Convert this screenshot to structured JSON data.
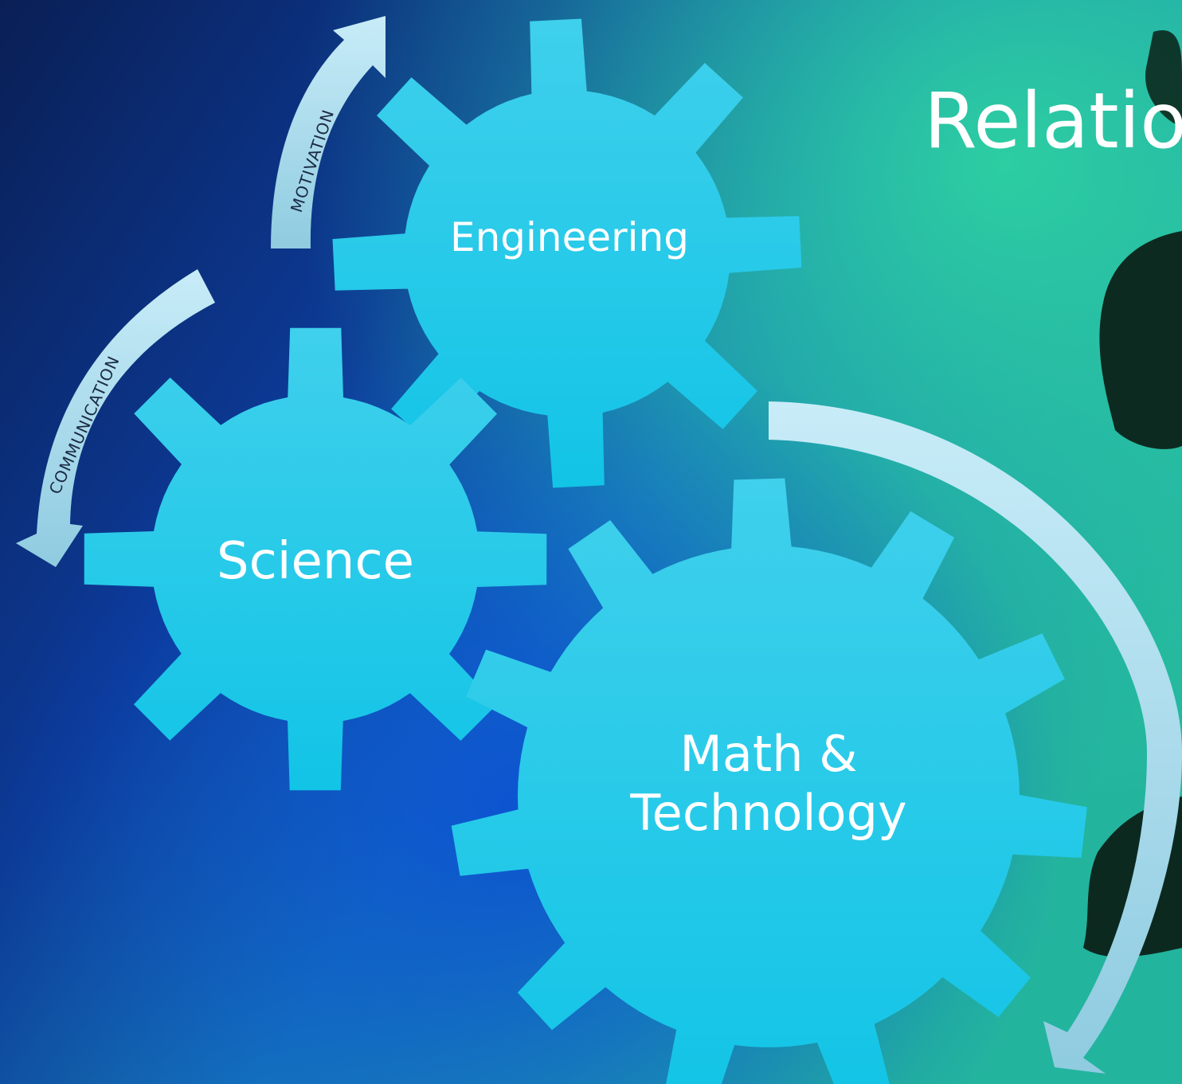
{
  "title": "Relatio",
  "gears": [
    {
      "id": "engineering",
      "label_lines": [
        "Engineering"
      ]
    },
    {
      "id": "science",
      "label_lines": [
        "Science"
      ]
    },
    {
      "id": "math-technology",
      "label_lines": [
        "Math &",
        "Technology"
      ]
    }
  ],
  "arrows": [
    {
      "id": "motivation",
      "label": "MOTIVATION"
    },
    {
      "id": "communication",
      "label": "COMMUNICATION"
    },
    {
      "id": "cycle",
      "label": ""
    }
  ],
  "colors": {
    "gear": "#29c8e8",
    "arrow": "#b5e2f2",
    "background_deep": "#0a237a",
    "background_mid": "#0e4cb8",
    "background_light": "#26b8a8",
    "text": "#ffffff"
  }
}
